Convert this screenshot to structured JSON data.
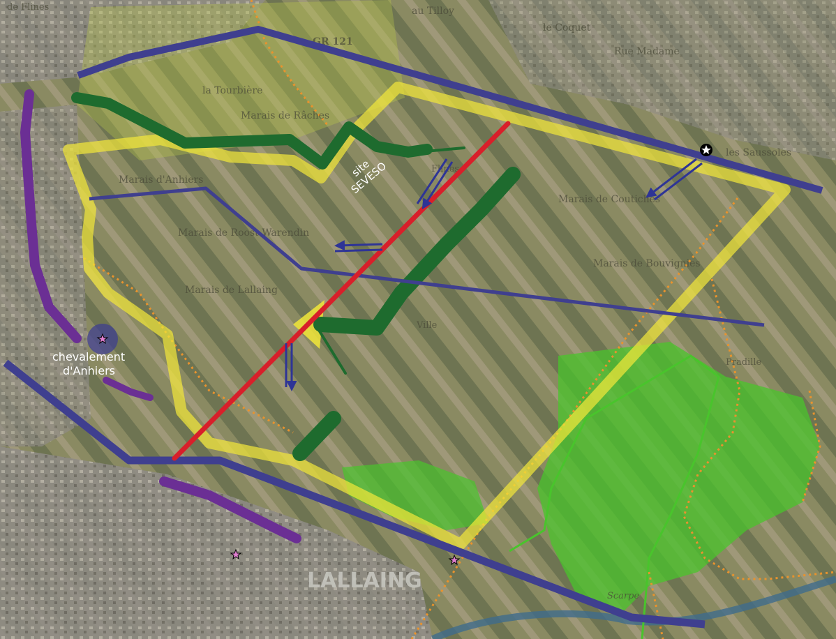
{
  "colors": {
    "field_a": "#8a8a62",
    "field_b": "#6e7452",
    "field_c": "#a89f84",
    "field_d": "#5a6446",
    "urban": "#8f8b86",
    "river": "#3f6b8c",
    "perimeter_blue": "#3f3f8f",
    "zone_yellow": "#f1e63a",
    "corridor_green": "#1e6b2e",
    "corridor_purple": "#6b2f94",
    "fault_red": "#d81f2a",
    "flow_arrow": "#2e3496",
    "forest_green": "#49c42c",
    "path_orange": "#e8932e",
    "label_white": "#ffffff"
  },
  "overlay_labels": {
    "seveso_line1": "site",
    "seveso_line2": "SEVESO",
    "chevalement_line1": "chevalement",
    "chevalement_line2": "d'Anhiers"
  },
  "base_labels": {
    "marais_reches": "Marais de Râches",
    "la_tourbiere": "la Tourbière",
    "marais_anhiers": "Marais d'Anhiers",
    "marais_warendin": "Marais de Roost Warendin",
    "marais_lallaing": "Marais de Lallaing",
    "marais_bouvignies": "Marais de Bouvignies",
    "marais_coutiches": "Marais de Coutiches",
    "le_coquet": "le Coquet",
    "au_tilloy": "au Tilloy",
    "rue_madame": "Rue Madame",
    "les_saussoles": "les Saussoles",
    "pradille": "Pradille",
    "lallaing": "LALLAING",
    "scarpe": "Scarpe",
    "gr": "GR 121",
    "flines": "Flines",
    "ville": "Ville",
    "de_flines": "de Flines"
  },
  "icons": {
    "site_marker": "star-icon",
    "chevalement_marker": "star-icon",
    "town_marker": "star-icon",
    "scarpe_marker": "star-icon"
  }
}
